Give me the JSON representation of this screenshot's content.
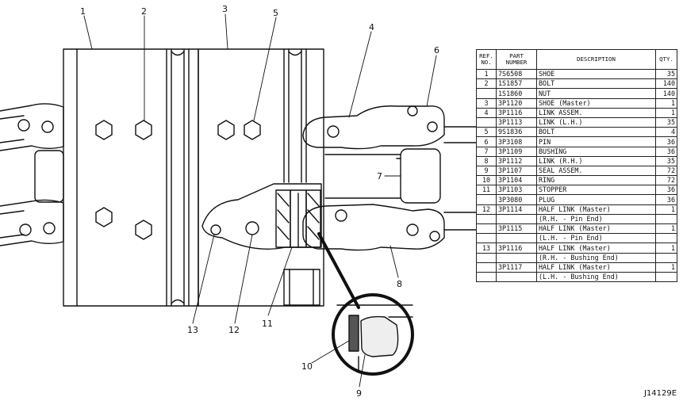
{
  "drawing_id": "J14129E",
  "callouts": [
    "1",
    "2",
    "3",
    "4",
    "5",
    "6",
    "7",
    "8",
    "9",
    "10",
    "11",
    "12",
    "13"
  ],
  "table": {
    "headers": {
      "ref": "REF. NO.",
      "part": "PART NUMBER",
      "desc": "DESCRIPTION",
      "qty": "QTY."
    },
    "rows": [
      {
        "ref": "1",
        "part": "7S6508",
        "desc": "SHOE",
        "qty": "35"
      },
      {
        "ref": "2",
        "part": "1S1857",
        "desc": "BOLT",
        "qty": "140"
      },
      {
        "ref": "",
        "part": "1S1860",
        "desc": "NUT",
        "qty": "140"
      },
      {
        "ref": "3",
        "part": "3P1120",
        "desc": "SHOE (Master)",
        "qty": "1"
      },
      {
        "ref": "4",
        "part": "3P1116",
        "desc": "LINK ASSEM.",
        "qty": "1"
      },
      {
        "ref": "",
        "part": "3P1113",
        "desc": "LINK (L.H.)",
        "qty": "35"
      },
      {
        "ref": "5",
        "part": "9S1836",
        "desc": "BOLT",
        "qty": "4"
      },
      {
        "ref": "6",
        "part": "3P3108",
        "desc": "PIN",
        "qty": "36"
      },
      {
        "ref": "7",
        "part": "3P1109",
        "desc": "BUSHING",
        "qty": "36"
      },
      {
        "ref": "8",
        "part": "3P1112",
        "desc": "LINK (R.H.)",
        "qty": "35"
      },
      {
        "ref": "9",
        "part": "3P1107",
        "desc": "SEAL ASSEM.",
        "qty": "72"
      },
      {
        "ref": "10",
        "part": "3P1104",
        "desc": "RING",
        "qty": "72"
      },
      {
        "ref": "11",
        "part": "3P1103",
        "desc": "STOPPER",
        "qty": "36"
      },
      {
        "ref": "",
        "part": "3P3080",
        "desc": "PLUG",
        "qty": "36"
      },
      {
        "ref": "12",
        "part": "3P1114",
        "desc": "HALF LINK (Master)",
        "qty": "1"
      },
      {
        "ref": "",
        "part": "",
        "desc": "(R.H. - Pin End)",
        "qty": ""
      },
      {
        "ref": "",
        "part": "3P1115",
        "desc": "HALF LINK (Master)",
        "qty": "1"
      },
      {
        "ref": "",
        "part": "",
        "desc": "(L.H. - Pin End)",
        "qty": ""
      },
      {
        "ref": "13",
        "part": "3P1116",
        "desc": "HALF LINK (Master)",
        "qty": "1"
      },
      {
        "ref": "",
        "part": "",
        "desc": "(R.H. - Bushing End)",
        "qty": ""
      },
      {
        "ref": "",
        "part": "3P1117",
        "desc": "HALF LINK (Master)",
        "qty": "1"
      },
      {
        "ref": "",
        "part": "",
        "desc": "(L.H. - Bushing End)",
        "qty": ""
      }
    ]
  }
}
